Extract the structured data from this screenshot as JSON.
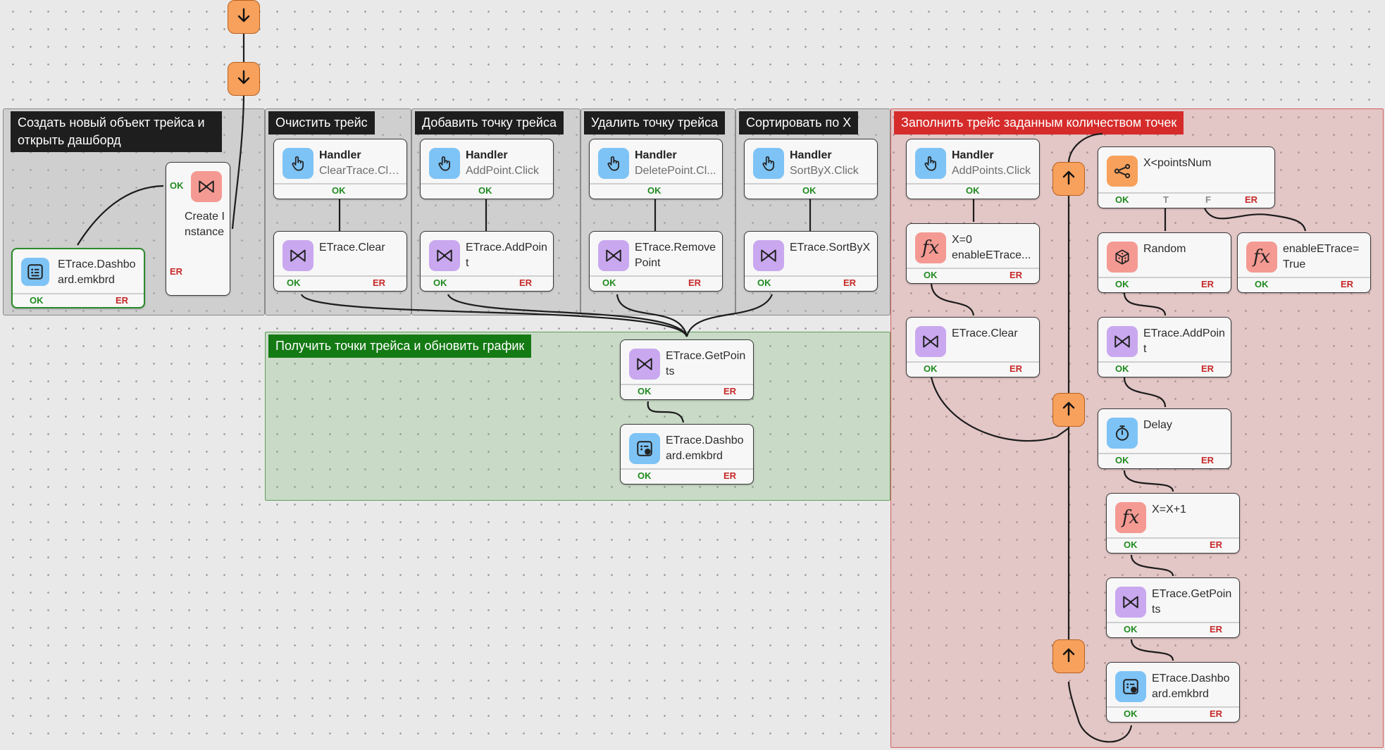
{
  "groups": {
    "create": "Создать новый объект трейса и открыть дашборд",
    "clear": "Очистить трейс",
    "add": "Добавить точку трейса",
    "delete": "Удалить точку трейса",
    "sort": "Сортировать по X",
    "get": "Получить точки трейса и обновить график",
    "fill": "Заполнить трейс заданным количеством точек"
  },
  "ports": {
    "ok": "OK",
    "er": "ER",
    "t": "T",
    "f": "F"
  },
  "nodes": {
    "dash1": "ETrace.Dashboard.emkbrd",
    "create": "Create Instance",
    "h_clear_title": "Handler",
    "h_clear_sub": "ClearTrace.Click",
    "clear": "ETrace.Clear",
    "h_add_title": "Handler",
    "h_add_sub": "AddPoint.Click",
    "addpoint": "ETrace.AddPoint",
    "h_del_title": "Handler",
    "h_del_sub": "DeletePoint.Cl...",
    "remove": "ETrace.RemovePoint",
    "h_sort_title": "Handler",
    "h_sort_sub": "SortByX.Click",
    "sort": "ETrace.SortByX",
    "getpoints": "ETrace.GetPoints",
    "dash2": "ETrace.Dashboard.emkbrd",
    "h_fill_title": "Handler",
    "h_fill_sub": "AddPoints.Click",
    "x0_line1": "X=0",
    "x0_line2": "enableETrace...",
    "clear2": "ETrace.Clear",
    "cond": "X<pointsNum",
    "random": "Random",
    "enable": "enableETrace=True",
    "addpoint2": "ETrace.AddPoint",
    "delay": "Delay",
    "xinc": "X=X+1",
    "getpoints2": "ETrace.GetPoints",
    "dash3": "ETrace.Dashboard.emkbrd"
  },
  "icons": {
    "handler": "hand-pointer-icon",
    "etrace": "bowtie-icon",
    "dashboard": "dashboard-icon",
    "formula": "function-icon",
    "condition": "branch-icon",
    "random": "dice-icon",
    "delay": "stopwatch-icon",
    "flow": "arrow-icon"
  },
  "colors": {
    "ok": "#1f8a1f",
    "er": "#c62828",
    "accent_orange": "#f7a15c",
    "group_red": "#d62b2b",
    "group_green": "#147a14"
  }
}
